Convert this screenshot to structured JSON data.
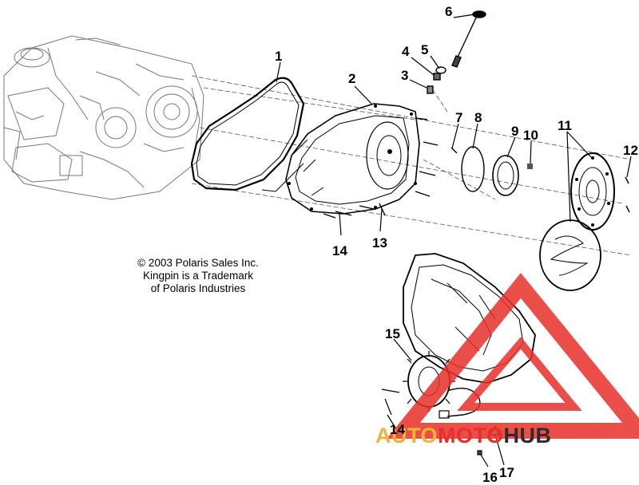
{
  "copyright": {
    "line1": "© 2003 Polaris Sales Inc.",
    "line2": "Kingpin is a Trademark",
    "line3": "of Polaris Industries"
  },
  "callouts": [
    "1",
    "2",
    "3",
    "4",
    "5",
    "6",
    "7",
    "8",
    "9",
    "10",
    "11",
    "12",
    "13",
    "14",
    "14",
    "15",
    "16",
    "17"
  ],
  "watermark": {
    "part1": "AUTO",
    "part2": "MOTO",
    "part3": "HUB",
    "color_orange": "#f2b339",
    "color_red": "#e8302a",
    "color_dark": "#2c2c2c"
  }
}
